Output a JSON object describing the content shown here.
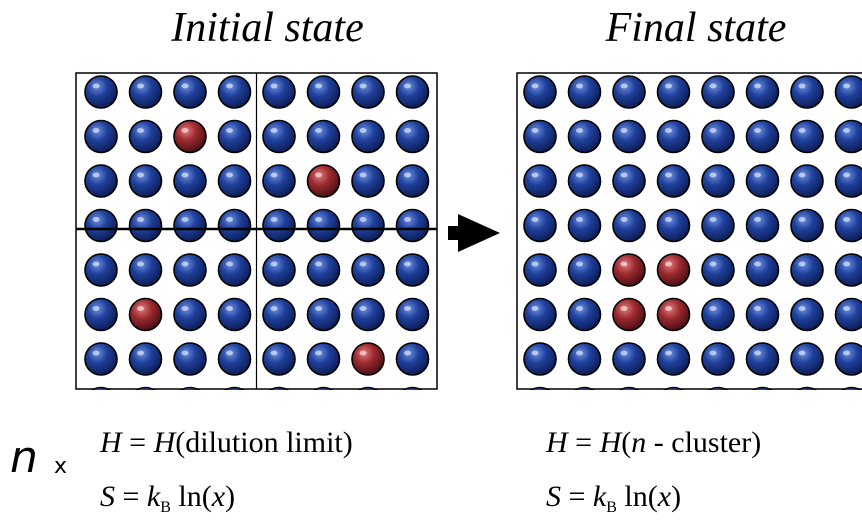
{
  "titles": {
    "initial": "Initial state",
    "final": "Final state"
  },
  "initial_state": {
    "rows": 8,
    "cols": 8,
    "subdivided": "2x2",
    "solute_sites": [
      [
        1,
        2
      ],
      [
        2,
        5
      ],
      [
        5,
        1
      ],
      [
        6,
        6
      ]
    ]
  },
  "final_state": {
    "rows": 8,
    "cols": 8,
    "solute_sites": [
      [
        4,
        2
      ],
      [
        4,
        3
      ],
      [
        5,
        2
      ],
      [
        5,
        3
      ]
    ]
  },
  "colors": {
    "host_atom": "#1f3f9a",
    "solute_atom": "#9b2a2f",
    "outline": "#000000"
  },
  "multiplier": {
    "variable": "n",
    "symbol": "x"
  },
  "formulas": {
    "initial": {
      "H_lhs": "H",
      "H_eq": " = ",
      "H_rhs_var": "H",
      "H_rhs_text": "(dilution limit)",
      "S_lhs": "S",
      "S_eq": " = ",
      "S_k": "k",
      "S_sub": "B",
      "S_ln": " ln(",
      "S_arg": "x",
      "S_close": ")"
    },
    "final": {
      "H_lhs": "H",
      "H_eq": " = ",
      "H_rhs_var": "H",
      "H_open": "(",
      "H_n": "n",
      "H_rest": " - cluster)",
      "S_lhs": "S",
      "S_eq": " = ",
      "S_k": "k",
      "S_sub": "B",
      "S_ln": " ln(",
      "S_arg": "x",
      "S_close": ")"
    }
  }
}
